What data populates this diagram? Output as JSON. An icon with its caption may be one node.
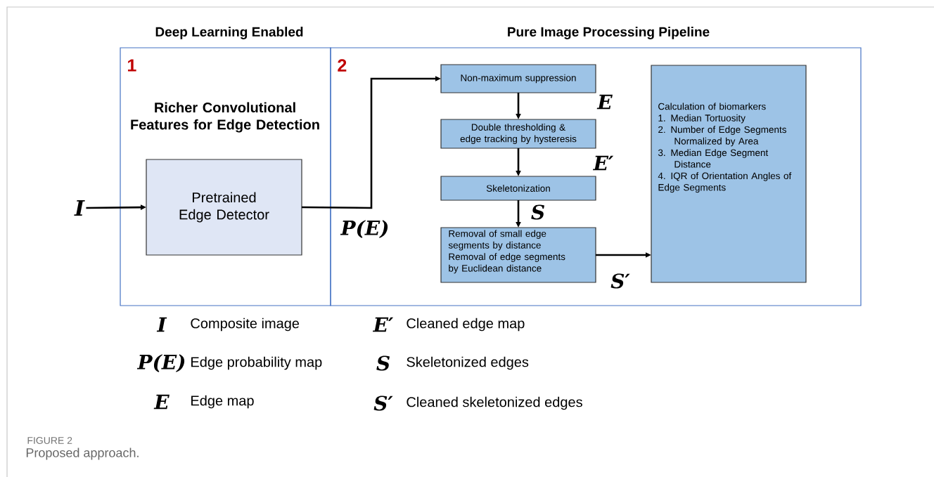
{
  "diagram": {
    "caption": "Proposed approach.",
    "nodes": [
      {
        "text": [
          "Deep Learning Enabled",
          "1",
          "Richer Convolutional Features for Edge Detection"
        ]
      },
      {
        "text": [
          "Pretrained Edge Detector"
        ],
        "in": 0
      },
      {
        "text": [
          "Pure Image Processing Pipeline",
          "2"
        ]
      },
      {
        "text": [
          "Non-maximum suppression"
        ],
        "in": 2
      },
      {
        "text": [
          "Double thresholding & edge tracking by hysteresis"
        ],
        "in": 2
      },
      {
        "text": [
          "Skeletonization"
        ],
        "in": 2
      },
      {
        "text": [
          "Removal of small edge segments by distance",
          "Removal of edge segments by Euclidean distance"
        ],
        "in": 2
      },
      {
        "text": [
          "Calculation of biomarkers",
          "1. Median Tortuosity",
          "2. Number of Edge Segments Normalized by Area",
          "3. Median Edge Segment Distance",
          "4. IQR of Orientation Angles of Edge Segments"
        ],
        "in": 2
      },
      {
        "text": [
          "I"
        ]
      }
    ],
    "edges": [
      {
        "from": 8,
        "to": 1,
        "arrow": "to"
      },
      {
        "from": 1,
        "to": 3,
        "arrow": "to",
        "label": "P(E)"
      },
      {
        "from": 3,
        "to": 4,
        "arrow": "to",
        "label": "E"
      },
      {
        "from": 4,
        "to": 5,
        "arrow": "to",
        "label": "E′"
      },
      {
        "from": 5,
        "to": 6,
        "arrow": "to",
        "label": "S"
      },
      {
        "from": 6,
        "to": 7,
        "arrow": "to",
        "label": "S′"
      }
    ],
    "labels": [
      "I",
      "Composite image",
      "E′",
      "Cleaned edge map",
      "P(E)",
      "Edge probability map",
      "S",
      "Skeletonized edges",
      "E",
      "Edge map",
      "S′",
      "Cleaned skeletonized edges",
      "FIGURE 2"
    ]
  }
}
